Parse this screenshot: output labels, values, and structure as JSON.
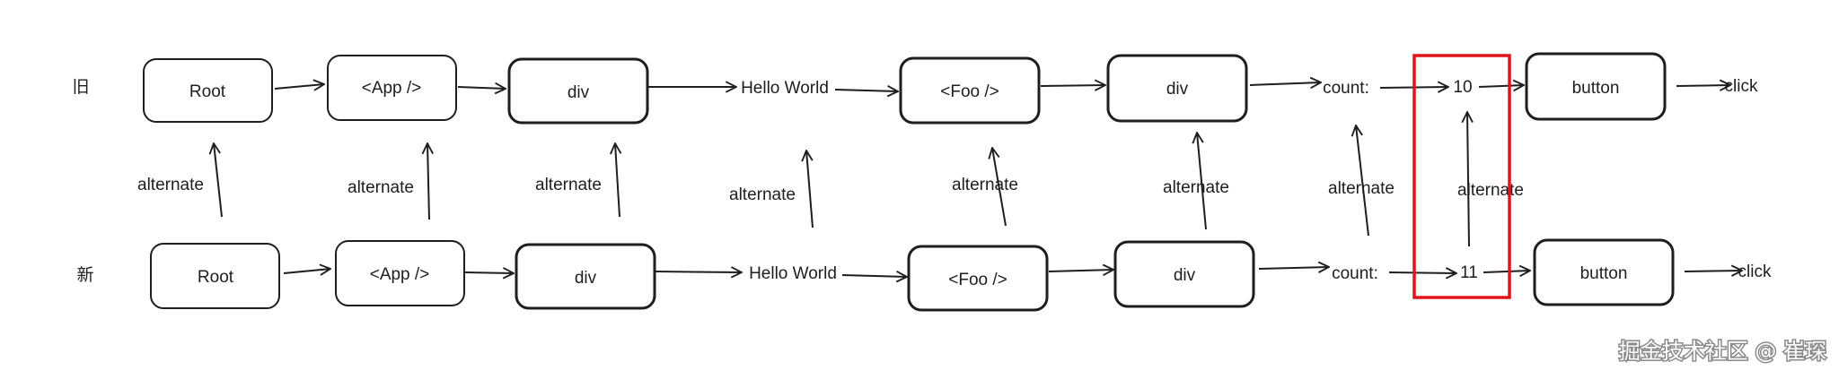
{
  "rows": {
    "old_label": "旧",
    "new_label": "新"
  },
  "old_tree": {
    "root": "Root",
    "app": "<App />",
    "div1": "div",
    "hello": "Hello World",
    "foo": "<Foo />",
    "div2": "div",
    "count": "count:",
    "value": "10",
    "button": "button",
    "click": "click"
  },
  "new_tree": {
    "root": "Root",
    "app": "<App />",
    "div1": "div",
    "hello": "Hello World",
    "foo": "<Foo />",
    "div2": "div",
    "count": "count:",
    "value": "11",
    "button": "button",
    "click": "click"
  },
  "alternate": {
    "label": "alternate"
  },
  "highlight": {
    "color": "#e0141a"
  },
  "watermark": "掘金技术社区 @ 崔琛"
}
